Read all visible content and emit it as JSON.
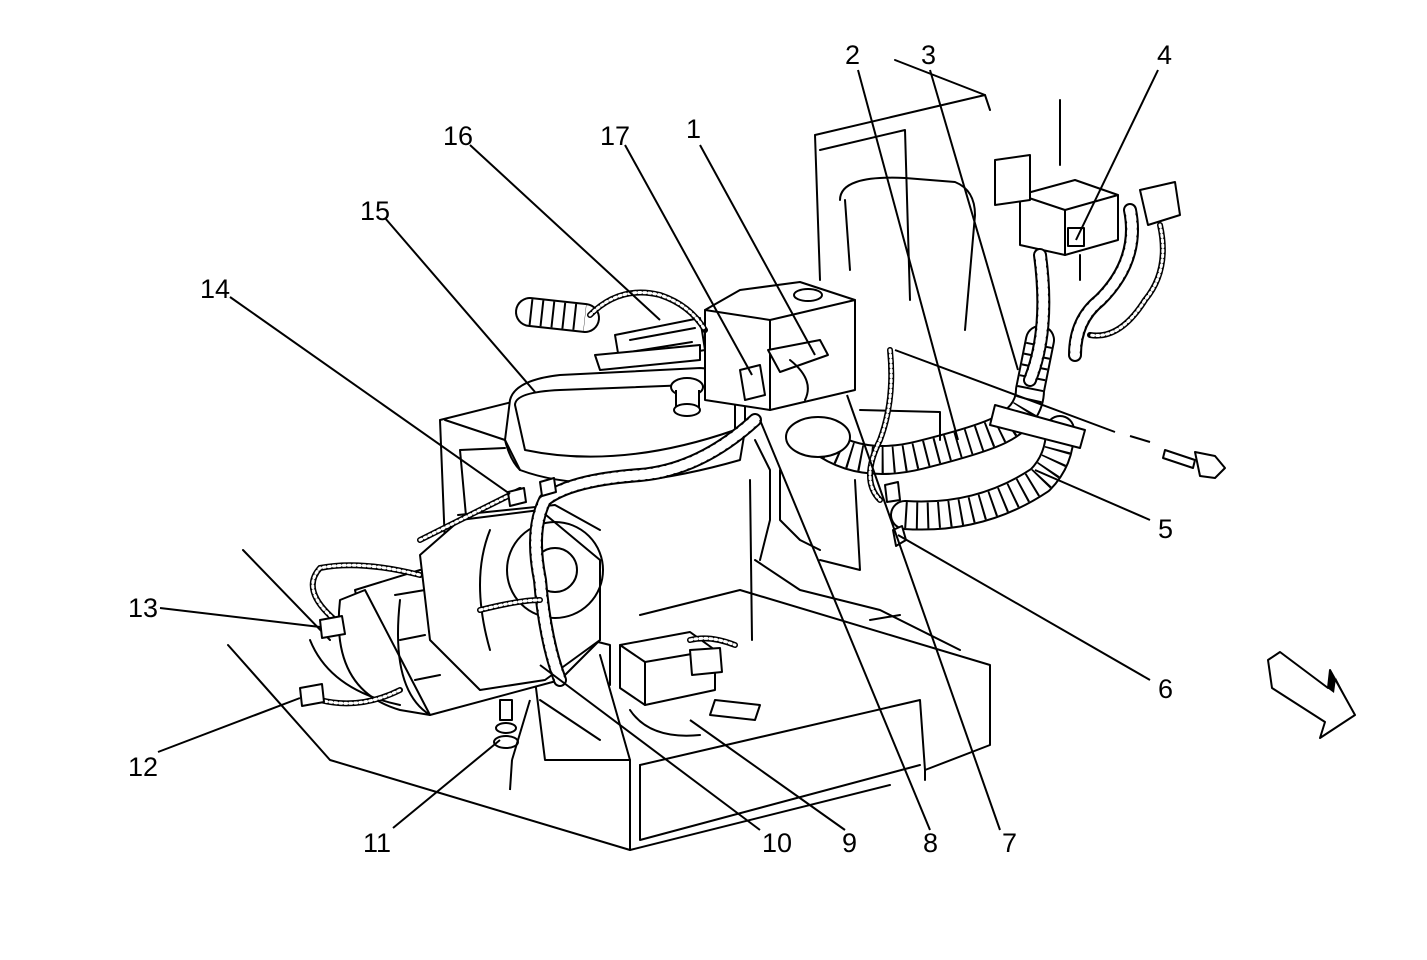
{
  "callouts": [
    {
      "id": "1",
      "label": "1"
    },
    {
      "id": "2",
      "label": "2"
    },
    {
      "id": "3",
      "label": "3"
    },
    {
      "id": "4",
      "label": "4"
    },
    {
      "id": "5",
      "label": "5"
    },
    {
      "id": "6",
      "label": "6"
    },
    {
      "id": "7",
      "label": "7"
    },
    {
      "id": "8",
      "label": "8"
    },
    {
      "id": "9",
      "label": "9"
    },
    {
      "id": "10",
      "label": "10"
    },
    {
      "id": "11",
      "label": "11"
    },
    {
      "id": "12",
      "label": "12"
    },
    {
      "id": "13",
      "label": "13"
    },
    {
      "id": "14",
      "label": "14"
    },
    {
      "id": "15",
      "label": "15"
    },
    {
      "id": "16",
      "label": "16"
    },
    {
      "id": "17",
      "label": "17"
    }
  ],
  "colors": {
    "ink": "#000000",
    "paper": "#ffffff"
  },
  "icons": {
    "direction_arrow": "forward-direction-arrow-icon"
  }
}
